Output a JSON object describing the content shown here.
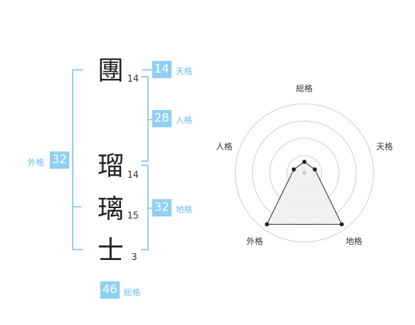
{
  "name": {
    "chars": [
      {
        "char": "團",
        "strokes": "14"
      },
      {
        "char": "瑠",
        "strokes": "14"
      },
      {
        "char": "璃",
        "strokes": "15"
      },
      {
        "char": "士",
        "strokes": "3"
      }
    ]
  },
  "fortune": {
    "tenkaku": {
      "label": "天格",
      "value": "14"
    },
    "jinkaku": {
      "label": "人格",
      "value": "28"
    },
    "chikaku": {
      "label": "地格",
      "value": "32"
    },
    "gaikaku": {
      "label": "外格",
      "value": "32"
    },
    "soukaku": {
      "label": "総格",
      "value": "46"
    }
  },
  "chart_data": {
    "type": "radar",
    "axes": [
      "総格",
      "天格",
      "地格",
      "外格",
      "人格"
    ],
    "values": [
      0.16,
      0.16,
      0.92,
      0.92,
      0.16
    ],
    "rmax": 1,
    "rings": 4,
    "colors": {
      "fill": "#efefef",
      "line": "#222222",
      "ring": "#cccccc",
      "center": "#cccccc"
    }
  }
}
